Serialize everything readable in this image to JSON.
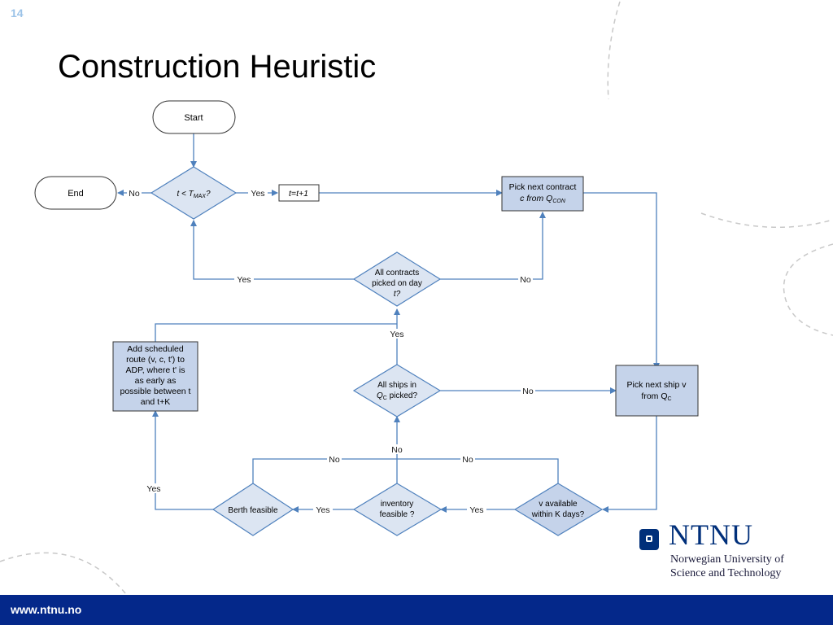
{
  "slide": {
    "number": "14",
    "title": "Construction Heuristic"
  },
  "flowchart": {
    "start": "Start",
    "end": "End",
    "check_tmax": {
      "pre": "t < T",
      "sub": "MAX",
      "post": "?"
    },
    "increment": "t=t+1",
    "pick_contract": {
      "line1": "Pick next contract",
      "pre": "c  from Q",
      "sub": "CON"
    },
    "all_contracts": {
      "line1": "All contracts",
      "line2": "picked on day",
      "line3": "t?"
    },
    "pick_ship": {
      "line1": "Pick next ship v",
      "pre": "from Q",
      "sub": "C"
    },
    "all_ships": {
      "line1": "All ships in",
      "pre": "Q",
      "sub": "C",
      "post": " picked?"
    },
    "add_route": [
      "Add scheduled",
      "route (v, c, t') to",
      "ADP, where t' is",
      "as early as",
      "possible between t",
      "and t+K"
    ],
    "berth": "Berth feasible",
    "inventory": {
      "line1": "inventory",
      "line2": "feasible ?"
    },
    "available": {
      "line1": "v available",
      "line2": "within K days?"
    },
    "labels": {
      "yes": "Yes",
      "no": "No"
    }
  },
  "logo": {
    "wordmark": "NTNU",
    "line1": "Norwegian University of",
    "line2": "Science and Technology"
  },
  "footer": {
    "url": "www.ntnu.no"
  },
  "colors": {
    "node_fill": "#c5d3ea",
    "line": "#4f81bd",
    "footer": "#04288a",
    "logo": "#002f7a"
  }
}
